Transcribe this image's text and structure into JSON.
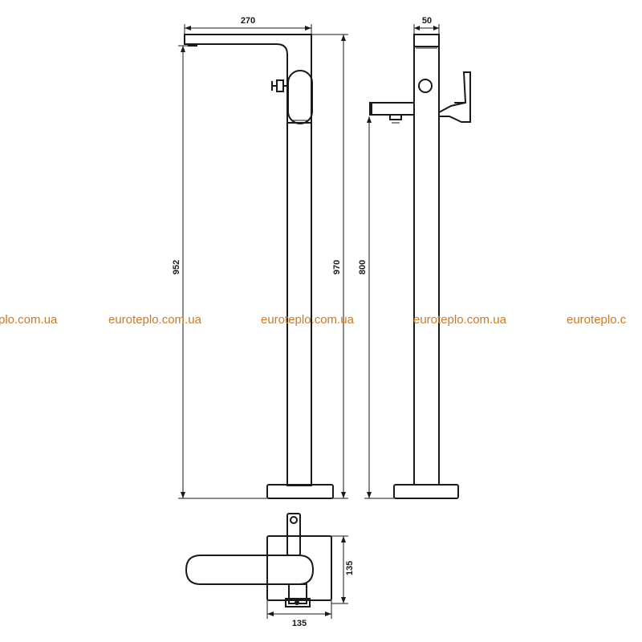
{
  "dimensions": {
    "front_width": "270",
    "front_spout_height": "952",
    "front_total_height": "970",
    "side_depth": "50",
    "side_outlet_height": "800",
    "top_depth": "135",
    "top_width": "135"
  },
  "watermarks": [
    "plo.com.ua",
    "euroteplo.com.ua",
    "euroteplo.com.ua",
    "euroteplo.com.ua",
    "euroteplo.c"
  ],
  "colors": {
    "line": "#1a1a1a",
    "watermark": "#c87a2c",
    "background": "#ffffff"
  }
}
